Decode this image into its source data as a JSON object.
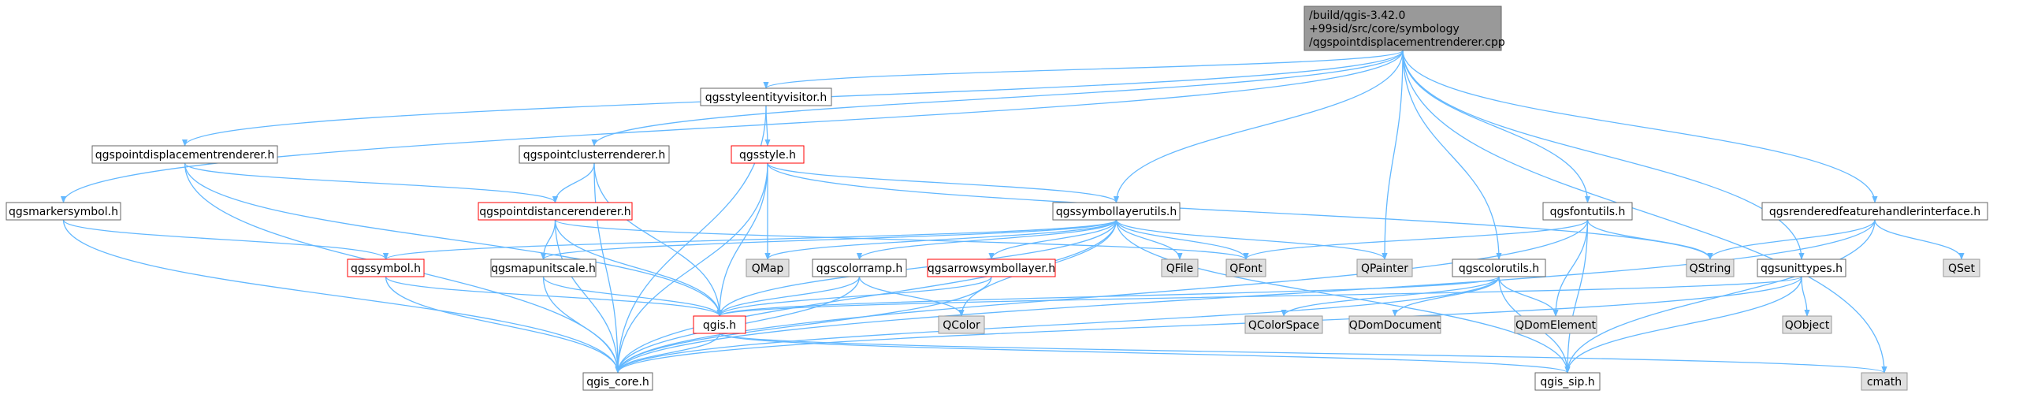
{
  "diagram": {
    "type": "include-dependency-graph",
    "colors": {
      "edge": "#63b8ff",
      "root_fill": "#999999",
      "root_border": "#666666",
      "doc_fill": "#ffffff",
      "doc_border": "#666666",
      "incomplete_border": "#ff0000",
      "external_fill": "#e0e0e0",
      "external_border": "#999999"
    },
    "nodes": [
      {
        "id": "root",
        "kind": "root",
        "lines": [
          "/build/qgis-3.42.0",
          "+99sid/src/core/symbology",
          "/qgspointdisplacementrenderer.cpp"
        ]
      },
      {
        "id": "qgsstyleentityvisitor",
        "kind": "doc",
        "lines": [
          "qgsstyleentityvisitor.h"
        ]
      },
      {
        "id": "qgspointdisplacementrenderer",
        "kind": "doc",
        "lines": [
          "qgspointdisplacementrenderer.h"
        ]
      },
      {
        "id": "qgspointclusterrenderer",
        "kind": "doc",
        "lines": [
          "qgspointclusterrenderer.h"
        ]
      },
      {
        "id": "qgsstyle",
        "kind": "incomplete",
        "lines": [
          "qgsstyle.h"
        ]
      },
      {
        "id": "qgsmarkersymbol",
        "kind": "doc",
        "lines": [
          "qgsmarkersymbol.h"
        ]
      },
      {
        "id": "qgspointdistancerenderer",
        "kind": "incomplete",
        "lines": [
          "qgspointdistancerenderer.h"
        ]
      },
      {
        "id": "qgssymbollayerutils",
        "kind": "doc",
        "lines": [
          "qgssymbollayerutils.h"
        ]
      },
      {
        "id": "qgsfontutils",
        "kind": "doc",
        "lines": [
          "qgsfontutils.h"
        ]
      },
      {
        "id": "qgsrenderedfeaturehandlerinterface",
        "kind": "doc",
        "lines": [
          "qgsrenderedfeaturehandlerinterface.h"
        ]
      },
      {
        "id": "qgssymbol",
        "kind": "incomplete",
        "lines": [
          "qgssymbol.h"
        ]
      },
      {
        "id": "qgsmapunitscale",
        "kind": "doc",
        "lines": [
          "qgsmapunitscale.h"
        ]
      },
      {
        "id": "QMap",
        "kind": "external",
        "lines": [
          "QMap"
        ]
      },
      {
        "id": "qgscolorramp",
        "kind": "doc",
        "lines": [
          "qgscolorramp.h"
        ]
      },
      {
        "id": "qgsarrowsymbollayer",
        "kind": "incomplete",
        "lines": [
          "qgsarrowsymbollayer.h"
        ]
      },
      {
        "id": "QFile",
        "kind": "external",
        "lines": [
          "QFile"
        ]
      },
      {
        "id": "QFont",
        "kind": "external",
        "lines": [
          "QFont"
        ]
      },
      {
        "id": "QPainter",
        "kind": "external",
        "lines": [
          "QPainter"
        ]
      },
      {
        "id": "qgscolorutils",
        "kind": "doc",
        "lines": [
          "qgscolorutils.h"
        ]
      },
      {
        "id": "QString",
        "kind": "external",
        "lines": [
          "QString"
        ]
      },
      {
        "id": "qgsunittypes",
        "kind": "doc",
        "lines": [
          "qgsunittypes.h"
        ]
      },
      {
        "id": "QSet",
        "kind": "external",
        "lines": [
          "QSet"
        ]
      },
      {
        "id": "qgis",
        "kind": "incomplete",
        "lines": [
          "qgis.h"
        ]
      },
      {
        "id": "QColor",
        "kind": "external",
        "lines": [
          "QColor"
        ]
      },
      {
        "id": "QColorSpace",
        "kind": "external",
        "lines": [
          "QColorSpace"
        ]
      },
      {
        "id": "QDomDocument",
        "kind": "external",
        "lines": [
          "QDomDocument"
        ]
      },
      {
        "id": "QDomElement",
        "kind": "external",
        "lines": [
          "QDomElement"
        ]
      },
      {
        "id": "QObject",
        "kind": "external",
        "lines": [
          "QObject"
        ]
      },
      {
        "id": "qgis_core",
        "kind": "doc",
        "lines": [
          "qgis_core.h"
        ]
      },
      {
        "id": "qgis_sip",
        "kind": "doc",
        "lines": [
          "qgis_sip.h"
        ]
      },
      {
        "id": "cmath",
        "kind": "external",
        "lines": [
          "cmath"
        ]
      }
    ],
    "edges": [
      [
        "root",
        "qgsstyleentityvisitor"
      ],
      [
        "root",
        "qgspointdisplacementrenderer"
      ],
      [
        "root",
        "qgspointclusterrenderer"
      ],
      [
        "root",
        "qgsmarkersymbol"
      ],
      [
        "root",
        "qgssymbollayerutils"
      ],
      [
        "root",
        "QPainter"
      ],
      [
        "root",
        "qgsfontutils"
      ],
      [
        "root",
        "qgscolorutils"
      ],
      [
        "root",
        "qgsunittypes"
      ],
      [
        "root",
        "qgsrenderedfeaturehandlerinterface"
      ],
      [
        "root",
        "cmath"
      ],
      [
        "qgsstyleentityvisitor",
        "qgsstyle"
      ],
      [
        "qgsstyleentityvisitor",
        "qgis_core"
      ],
      [
        "qgspointdisplacementrenderer",
        "qgspointdistancerenderer"
      ],
      [
        "qgspointdisplacementrenderer",
        "qgis_core"
      ],
      [
        "qgspointdisplacementrenderer",
        "qgis"
      ],
      [
        "qgspointclusterrenderer",
        "qgspointdistancerenderer"
      ],
      [
        "qgspointclusterrenderer",
        "qgis_core"
      ],
      [
        "qgspointclusterrenderer",
        "qgis"
      ],
      [
        "qgsstyle",
        "qgssymbollayerutils"
      ],
      [
        "qgsstyle",
        "QMap"
      ],
      [
        "qgsstyle",
        "qgis"
      ],
      [
        "qgsstyle",
        "qgis_core"
      ],
      [
        "qgsstyle",
        "QString"
      ],
      [
        "qgsmarkersymbol",
        "qgssymbol"
      ],
      [
        "qgsmarkersymbol",
        "qgis_core"
      ],
      [
        "qgspointdistancerenderer",
        "qgsmapunitscale"
      ],
      [
        "qgspointdistancerenderer",
        "qgis"
      ],
      [
        "qgspointdistancerenderer",
        "qgis_core"
      ],
      [
        "qgspointdistancerenderer",
        "QFont"
      ],
      [
        "qgssymbollayerutils",
        "qgssymbol"
      ],
      [
        "qgssymbollayerutils",
        "qgsmapunitscale"
      ],
      [
        "qgssymbollayerutils",
        "QMap"
      ],
      [
        "qgssymbollayerutils",
        "qgscolorramp"
      ],
      [
        "qgssymbollayerutils",
        "qgsarrowsymbollayer"
      ],
      [
        "qgssymbollayerutils",
        "QFile"
      ],
      [
        "qgssymbollayerutils",
        "QFont"
      ],
      [
        "qgssymbollayerutils",
        "QPainter"
      ],
      [
        "qgssymbollayerutils",
        "QColor"
      ],
      [
        "qgssymbollayerutils",
        "qgis"
      ],
      [
        "qgssymbollayerutils",
        "qgis_core"
      ],
      [
        "qgssymbollayerutils",
        "qgis_sip"
      ],
      [
        "qgsfontutils",
        "QFont"
      ],
      [
        "qgsfontutils",
        "QString"
      ],
      [
        "qgsfontutils",
        "QDomElement"
      ],
      [
        "qgsfontutils",
        "qgis_core"
      ],
      [
        "qgsfontutils",
        "qgis_sip"
      ],
      [
        "qgsrenderedfeaturehandlerinterface",
        "QString"
      ],
      [
        "qgsrenderedfeaturehandlerinterface",
        "QSet"
      ],
      [
        "qgsrenderedfeaturehandlerinterface",
        "qgis_core"
      ],
      [
        "qgsrenderedfeaturehandlerinterface",
        "qgis_sip"
      ],
      [
        "qgssymbol",
        "qgis"
      ],
      [
        "qgssymbol",
        "qgis_core"
      ],
      [
        "qgsmapunitscale",
        "qgis"
      ],
      [
        "qgsmapunitscale",
        "qgis_core"
      ],
      [
        "qgscolorramp",
        "qgis"
      ],
      [
        "qgscolorramp",
        "QColor"
      ],
      [
        "qgscolorramp",
        "qgis_core"
      ],
      [
        "qgsarrowsymbollayer",
        "qgis"
      ],
      [
        "qgsarrowsymbollayer",
        "qgis_core"
      ],
      [
        "qgscolorutils",
        "qgis_core"
      ],
      [
        "qgscolorutils",
        "QColorSpace"
      ],
      [
        "qgscolorutils",
        "QDomDocument"
      ],
      [
        "qgscolorutils",
        "QDomElement"
      ],
      [
        "qgscolorutils",
        "qgis_sip"
      ],
      [
        "qgscolorutils",
        "qgis"
      ],
      [
        "qgsunittypes",
        "QObject"
      ],
      [
        "qgsunittypes",
        "qgis_core"
      ],
      [
        "qgsunittypes",
        "qgis_sip"
      ],
      [
        "qgsunittypes",
        "qgis"
      ],
      [
        "qgis",
        "qgis_core"
      ],
      [
        "qgis",
        "qgis_sip"
      ],
      [
        "qgis",
        "cmath"
      ]
    ]
  }
}
